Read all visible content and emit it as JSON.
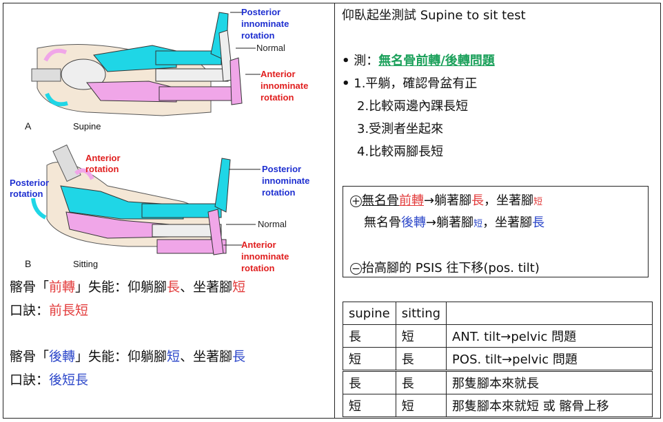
{
  "figure": {
    "panel_a": {
      "letter": "A",
      "caption": "Supine",
      "label_posterior": [
        "Posterior",
        "innominate",
        "rotation"
      ],
      "label_normal": "Normal",
      "label_anterior": [
        "Anterior",
        "innominate",
        "rotation"
      ]
    },
    "panel_b": {
      "letter": "B",
      "caption": "Sitting",
      "label_anterior_rot": [
        "Anterior",
        "rotation"
      ],
      "label_posterior_rot": [
        "Posterior",
        "rotation"
      ],
      "label_posterior": [
        "Posterior",
        "innominate",
        "rotation"
      ],
      "label_normal": "Normal",
      "label_anterior": [
        "Anterior",
        "innominate",
        "rotation"
      ]
    },
    "colors": {
      "posterior": "#1fd6e6",
      "anterior": "#f0a6e8",
      "label_blue": "#1e2fd0",
      "label_red": "#e01e1e"
    }
  },
  "left_notes": {
    "line1": {
      "a": "髂骨「",
      "b": "前轉",
      "c": "」失能：仰躺腳",
      "d": "長",
      "e": "、坐著腳",
      "f": "短"
    },
    "line2": {
      "a": "口訣：",
      "b": "前長短"
    },
    "line3": {
      "a": "髂骨「",
      "b": "後轉",
      "c": "」失能：仰躺腳",
      "d": "短",
      "e": "、坐著腳",
      "f": "長"
    },
    "line4": {
      "a": "口訣：",
      "b": "後短長"
    }
  },
  "right": {
    "title": "仰臥起坐測試 Supine to sit test",
    "measure_prefix": "測：",
    "measure_highlight": "無名骨前轉/後轉問題",
    "steps": [
      "1.平躺，確認骨盆有正",
      "2.比較兩邊內踝長短",
      "3.受測者坐起來",
      "4.比較兩腳長短"
    ],
    "box": {
      "plus": "+",
      "l1": {
        "a": "無名骨",
        "b": "前轉",
        "c": "→躺著腳",
        "d": "長",
        "e": "，坐著腳",
        "f": "短"
      },
      "l2": {
        "a": "無名骨",
        "b": "後轉",
        "c": "→躺著腳",
        "d": "短",
        "e": "，坐著腳",
        "f": "長"
      },
      "minus": "−",
      "l3": "抬高腳的 PSIS 往下移(pos. tilt)"
    },
    "table": {
      "headers": [
        "supine",
        "sitting",
        ""
      ],
      "rows": [
        [
          "長",
          "短",
          "ANT. tilt→pelvic 問題"
        ],
        [
          "短",
          "長",
          "POS. tilt→pelvic 問題"
        ],
        [
          "長",
          "長",
          "那隻腳本來就長"
        ],
        [
          "短",
          "短",
          "那隻腳本來就短 或 髂骨上移"
        ]
      ]
    }
  }
}
